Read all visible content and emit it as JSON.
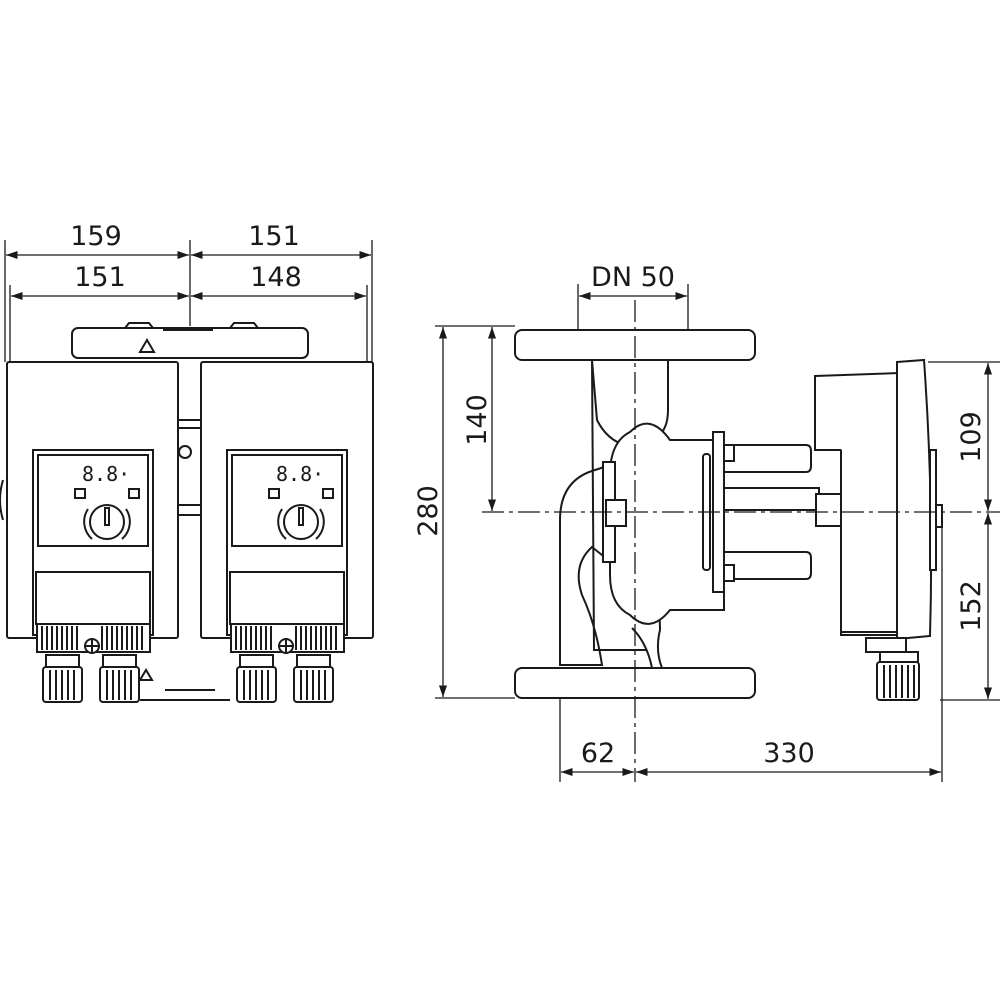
{
  "drawing": {
    "front_view": {
      "dim_top_left": "159",
      "dim_top_right": "151",
      "dim_second_left": "151",
      "dim_second_right": "148",
      "module_left_display": "8.8·",
      "module_right_display": "8.8·"
    },
    "side_view": {
      "dim_flange": "DN 50",
      "dim_total_height": "280",
      "dim_upper_height": "140",
      "dim_module_upper": "109",
      "dim_module_lower": "152",
      "dim_flange_to_axis": "62",
      "dim_axis_to_back": "330"
    },
    "colors": {
      "line": "#1a1a1a",
      "background": "#ffffff"
    }
  }
}
